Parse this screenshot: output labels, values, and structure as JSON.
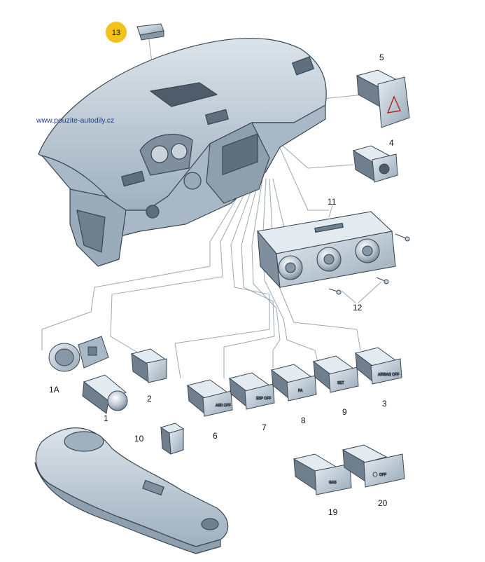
{
  "watermark": "www.pouzite-autodily.cz",
  "colors": {
    "part_fill": "#c6d2dd",
    "part_dark": "#7f8f9e",
    "part_light": "#e3eaf0",
    "outline": "#3a4652",
    "leader": "#9aa8b4",
    "badge": "#f2c21a"
  },
  "callouts": {
    "c13": "13",
    "c5": "5",
    "c4": "4",
    "c11": "11",
    "c12": "12",
    "c1A": "1A",
    "c2": "2",
    "c1": "1",
    "c6": "6",
    "c7": "7",
    "c8": "8",
    "c9": "9",
    "c3": "3",
    "c10": "10",
    "c19": "19",
    "c20": "20"
  },
  "switch_labels": {
    "s6": "ASR OFF",
    "s7": "ESP OFF",
    "s8": "PA",
    "s9": "SET",
    "s3": "AIRBAG OFF",
    "s19": "GAS",
    "s20": "OFF"
  },
  "icons": {
    "hazard": "hazard-triangle-icon",
    "start_stop": "start-stop-icon"
  }
}
